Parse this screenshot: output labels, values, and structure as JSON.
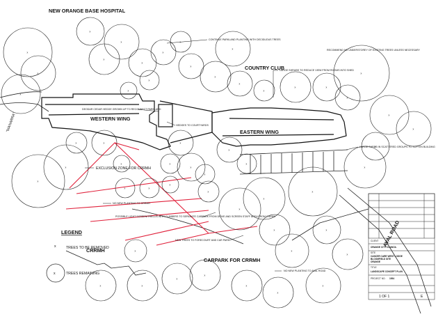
{
  "labels": {
    "hospital": "NEW ORANGE BASE HOSPITAL",
    "country_club": "COUNTRY CLUB",
    "western_wing": "WESTERN WING",
    "eastern_wing": "EASTERN WING",
    "carpark": "CARPARK FOR CRRMH",
    "crrmh": "CRRMH",
    "manarra": "\"MANARRA\"",
    "aval_road": "AVAL ROAD",
    "legend": "LEGEND",
    "trees_removed": "TREES TO BE REMOVED",
    "trees_remaining": "TREES REMAINING"
  },
  "notes": {
    "parkland": "CONTINUE PARKLAND PLANTING WITH DECIDUOUS TREES",
    "recommend": "RECOMMEND NO UNDERSTOREY OF EXISTING TREES UNLESS NECESSARY",
    "large_shrubs": "LARGE SHRUBS TO REDUCE VIEW FROM ROOMS INTO SHED",
    "deodar": "DEODAR CEDAR HEDGE GROWN UP TO RECONNECT PARKLAND",
    "hedges": "HEDGES TO COURTYARDS",
    "exclusion": "EXCLUSION ZONE FOR CRRMH",
    "no_new": "NO NEW PLANTING TO CRRMH",
    "possible_screen": "POSSIBLE LIGHT SCREEN/TRELLIS WITH CLIMBERS TO SEPARATE CARPARK FROM DRIVE AND SCREEN STAFF AREA FROM CRRMH",
    "new_trees": "NEW TREES TO FORECOURT AND CAR PARK",
    "large_shrub_groups": "LARGE SHRUB IN SCATTERED GROUPS TO SOFTEN BUILDING",
    "aval_planting": "NO NEW PLANTING TO AVAL ROAD"
  },
  "title_block": {
    "client_label": "CLIENT",
    "client": "ORANGE CITY COUNCIL",
    "site_label": "SITE",
    "site1": "CANCER CARE WEST LODGE",
    "site2": "BLOOMFIELD SITE",
    "site3": "ORANGE",
    "title_label": "TITLE",
    "title": "LANDSCAPE CONCEPT PLAN",
    "project_no_label": "PROJECT NO.",
    "project_no": "1954",
    "sheet": "1 OF 1",
    "rev": "E"
  },
  "colors": {
    "exclusion_lines": "#e0203a",
    "linework": "#222222"
  }
}
